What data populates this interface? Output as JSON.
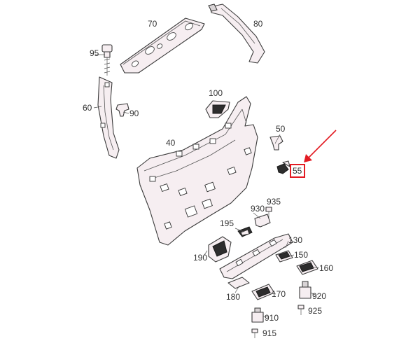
{
  "accent_color": "#e31b23",
  "callouts": {
    "c70": "70",
    "c80": "80",
    "c95": "95",
    "c60": "60",
    "c90": "90",
    "c100": "100",
    "c40": "40",
    "c50": "50",
    "c55": "55",
    "c935": "935",
    "c930": "930",
    "c195": "195",
    "c130": "130",
    "c190": "190",
    "c150": "150",
    "c160": "160",
    "c170": "170",
    "c180": "180",
    "c920": "920",
    "c925": "925",
    "c910": "910",
    "c915": "915"
  },
  "highlighted_callout": "55"
}
